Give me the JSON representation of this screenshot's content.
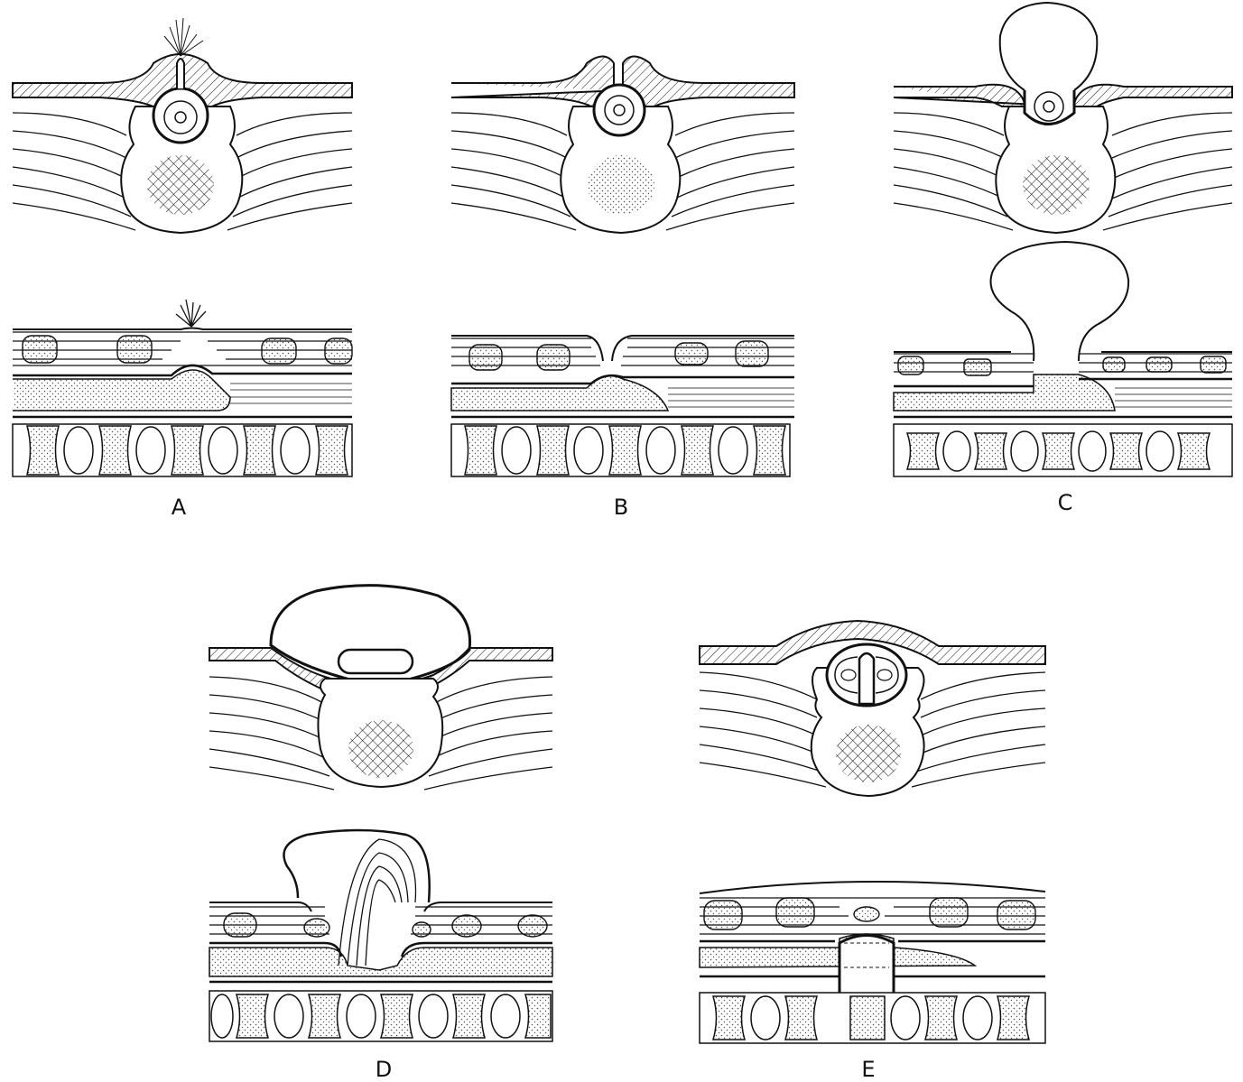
{
  "figure": {
    "panels": [
      {
        "id": "A",
        "label": "A",
        "top_variant": "dermal-sinus-tuft",
        "bottom_variant": "tuft-dimple"
      },
      {
        "id": "B",
        "label": "B",
        "top_variant": "open-cleft",
        "bottom_variant": "open-cleft"
      },
      {
        "id": "C",
        "label": "C",
        "top_variant": "sac-neck",
        "bottom_variant": "sac-neck"
      },
      {
        "id": "D",
        "label": "D",
        "top_variant": "broad-sac",
        "bottom_variant": "folded-sac"
      },
      {
        "id": "E",
        "label": "E",
        "top_variant": "split-cord",
        "bottom_variant": "spur"
      }
    ],
    "colors": {
      "ink": "#111111",
      "paper": "#ffffff",
      "stipple": "#555555"
    }
  }
}
